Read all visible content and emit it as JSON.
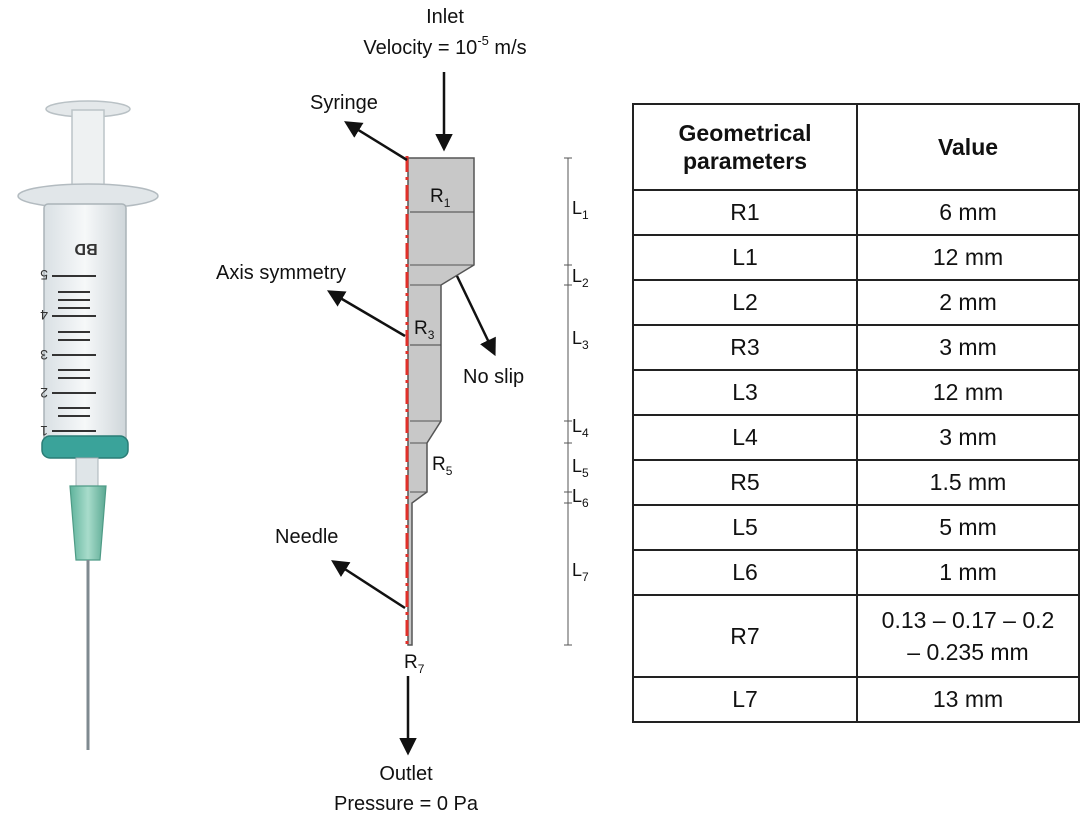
{
  "labels": {
    "inlet_title": "Inlet",
    "inlet_condition": "Velocity = 10",
    "inlet_exponent": "-5",
    "inlet_unit": " m/s",
    "syringe": "Syringe",
    "axis_symmetry": "Axis symmetry",
    "no_slip": "No slip",
    "needle": "Needle",
    "outlet_title": "Outlet",
    "outlet_condition": "Pressure = 0 Pa",
    "R1": "R",
    "R1_sub": "1",
    "R3": "R",
    "R3_sub": "3",
    "R5": "R",
    "R5_sub": "5",
    "R7": "R",
    "R7_sub": "7",
    "L1": "L",
    "L1_sub": "1",
    "L2": "L",
    "L2_sub": "2",
    "L3": "L",
    "L3_sub": "3",
    "L4": "L",
    "L4_sub": "4",
    "L5": "L",
    "L5_sub": "5",
    "L6": "L",
    "L6_sub": "6",
    "L7": "L",
    "L7_sub": "7"
  },
  "syringe_photo": {
    "brand": "BD",
    "scale_marks": [
      "5",
      "4",
      "3",
      "2",
      "1"
    ],
    "hub_color": "#7fc7b0",
    "barrel_seal_color": "#3aa39a"
  },
  "colors": {
    "axis_line": "#e0302a",
    "geometry_fill": "#c8c8c8"
  },
  "table": {
    "header_param_line1": "Geometrical",
    "header_param_line2": "parameters",
    "header_value": "Value",
    "rows": [
      {
        "param": "R1",
        "value": "6 mm"
      },
      {
        "param": "L1",
        "value": "12 mm"
      },
      {
        "param": "L2",
        "value": "2 mm"
      },
      {
        "param": "R3",
        "value": "3 mm"
      },
      {
        "param": "L3",
        "value": "12 mm"
      },
      {
        "param": "L4",
        "value": "3 mm"
      },
      {
        "param": "R5",
        "value": "1.5 mm"
      },
      {
        "param": "L5",
        "value": "5 mm"
      },
      {
        "param": "L6",
        "value": "1 mm"
      },
      {
        "param": "R7",
        "value_line1": "0.13 – 0.17 – 0.2",
        "value_line2": "– 0.235  mm"
      },
      {
        "param": "L7",
        "value": "13 mm"
      }
    ]
  }
}
